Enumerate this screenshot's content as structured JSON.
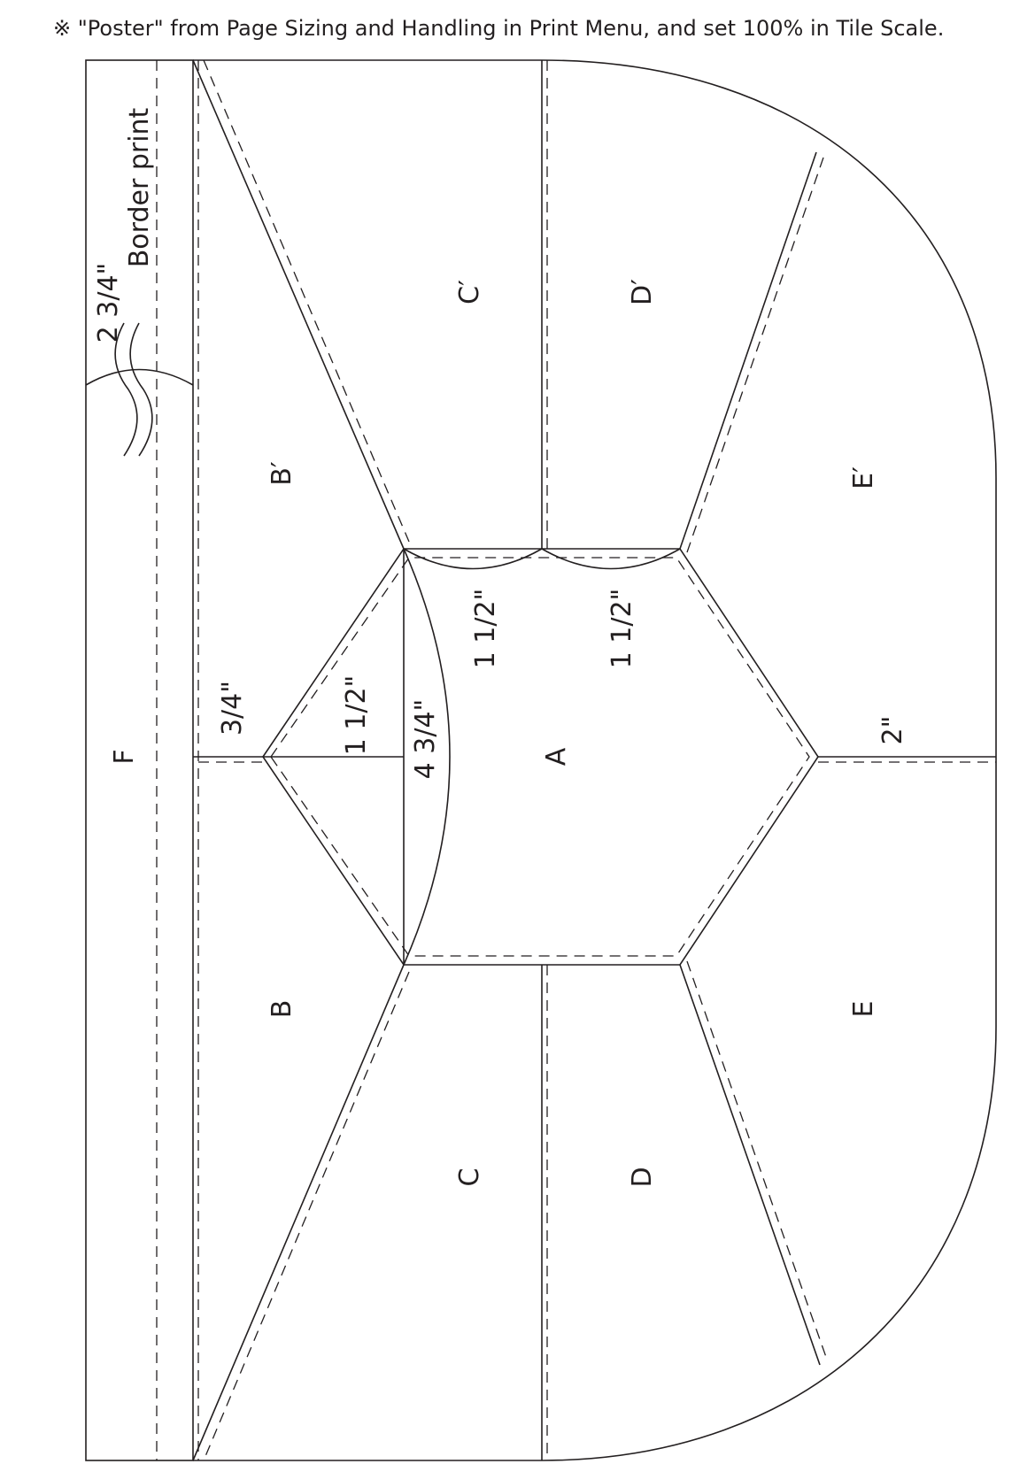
{
  "instruction": "※ \"Poster\" from Page Sizing and Handling in Print Menu, and set 100% in Tile Scale.",
  "pieces": {
    "F": "F",
    "A": "A",
    "B": "B",
    "B_prime": "B′",
    "C": "C",
    "C_prime": "C′",
    "D": "D",
    "D_prime": "D′",
    "E": "E",
    "E_prime": "E′"
  },
  "notes": {
    "border_print": "Border print"
  },
  "measurements": {
    "strip_width": "2 3/4\"",
    "b_width": "3/4\"",
    "b_height": "1 1/2\"",
    "hex_width": "4 3/4\"",
    "arc_c": "1 1/2\"",
    "arc_d": "1 1/2\"",
    "e_width": "2\""
  }
}
